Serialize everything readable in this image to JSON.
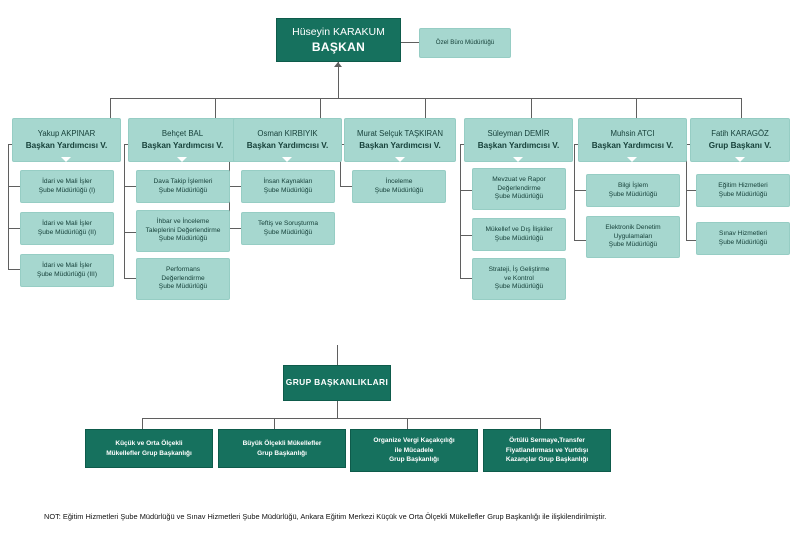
{
  "colors": {
    "dark_green": "#16715e",
    "light_teal": "#a6d7cf",
    "connector": "#5f5f5f",
    "background": "#ffffff"
  },
  "president": {
    "name": "Hüseyin KARAKUM",
    "title": "BAŞKAN"
  },
  "private_office": {
    "label": "Özel Büro Müdürlüğü"
  },
  "deputies": [
    {
      "name": "Yakup AKPINAR",
      "role": "Başkan Yardımcısı V.",
      "units": [
        {
          "lines": [
            "İdari ve Mali İşler",
            "Şube Müdürlüğü (I)"
          ]
        },
        {
          "lines": [
            "İdari ve Mali İşler",
            "Şube Müdürlüğü (II)"
          ]
        },
        {
          "lines": [
            "İdari ve Mali İşler",
            "Şube Müdürlüğü (III)"
          ]
        }
      ]
    },
    {
      "name": "Behçet BAL",
      "role": "Başkan Yardımcısı V.",
      "units": [
        {
          "lines": [
            "Dava Takip İşlemleri",
            "Şube Müdürlüğü"
          ]
        },
        {
          "lines": [
            "İhbar ve İnceleme",
            "Taleplerini Değerlendirme",
            "Şube Müdürlüğü"
          ]
        },
        {
          "lines": [
            "Performans",
            "Değerlendirme",
            "Şube Müdürlüğü"
          ]
        }
      ]
    },
    {
      "name": "Osman KIRBIYIK",
      "role": "Başkan Yardımcısı V.",
      "units": [
        {
          "lines": [
            "İnsan Kaynakları",
            "Şube Müdürlüğü"
          ]
        },
        {
          "lines": [
            "Teftiş ve Soruşturma",
            "Şube Müdürlüğü"
          ]
        }
      ]
    },
    {
      "name": "Murat Selçuk TAŞKIRAN",
      "role": "Başkan Yardımcısı V.",
      "units": [
        {
          "lines": [
            "İnceleme",
            "Şube Müdürlüğü"
          ]
        }
      ]
    },
    {
      "name": "Süleyman DEMİR",
      "role": "Başkan Yardımcısı V.",
      "units": [
        {
          "lines": [
            "Mevzuat ve Rapor",
            "Değerlendirme",
            "Şube Müdürlüğü"
          ]
        },
        {
          "lines": [
            "Mükellef ve Dış İlişkiler",
            "Şube Müdürlüğü"
          ]
        },
        {
          "lines": [
            "Strateji, İş Geliştirme",
            "ve Kontrol",
            "Şube Müdürlüğü"
          ]
        }
      ]
    },
    {
      "name": "Muhsin ATCI",
      "role": "Başkan Yardımcısı V.",
      "units": [
        {
          "lines": [
            "Bilgi İşlem",
            "Şube Müdürlüğü"
          ]
        },
        {
          "lines": [
            "Elektronik Denetim",
            "Uygulamaları",
            "Şube Müdürlüğü"
          ]
        }
      ]
    },
    {
      "name": "Fatih KARAGÖZ",
      "role": "Grup Başkanı V.",
      "units": [
        {
          "lines": [
            "Eğitim Hizmetleri",
            "Şube Müdürlüğü"
          ]
        },
        {
          "lines": [
            "Sınav Hizmetleri",
            "Şube Müdürlüğü"
          ]
        }
      ]
    }
  ],
  "group_section": {
    "header": "GRUP BAŞKANLIKLARI",
    "groups": [
      {
        "lines": [
          "Küçük ve Orta Ölçekli",
          "Mükellefler Grup Başkanlığı"
        ]
      },
      {
        "lines": [
          "Büyük Ölçekli Mükellefler",
          "Grup Başkanlığı"
        ]
      },
      {
        "lines": [
          "Organize Vergi Kaçakçılığı",
          "ile Mücadele",
          "Grup Başkanlığı"
        ]
      },
      {
        "lines": [
          "Örtülü Sermaye,Transfer",
          "Fiyatlandırması ve Yurtdışı",
          "Kazançlar Grup Başkanlığı"
        ]
      }
    ]
  },
  "footnote": {
    "text": "NOT: Eğitim Hizmetleri Şube Müdürlüğü ve Sınav Hizmetleri Şube Müdürlüğü, Ankara Eğitim Merkezi Küçük ve Orta Ölçekli Mükellefler Grup Başkanlığı ile ilişkilendirilmiştir."
  }
}
